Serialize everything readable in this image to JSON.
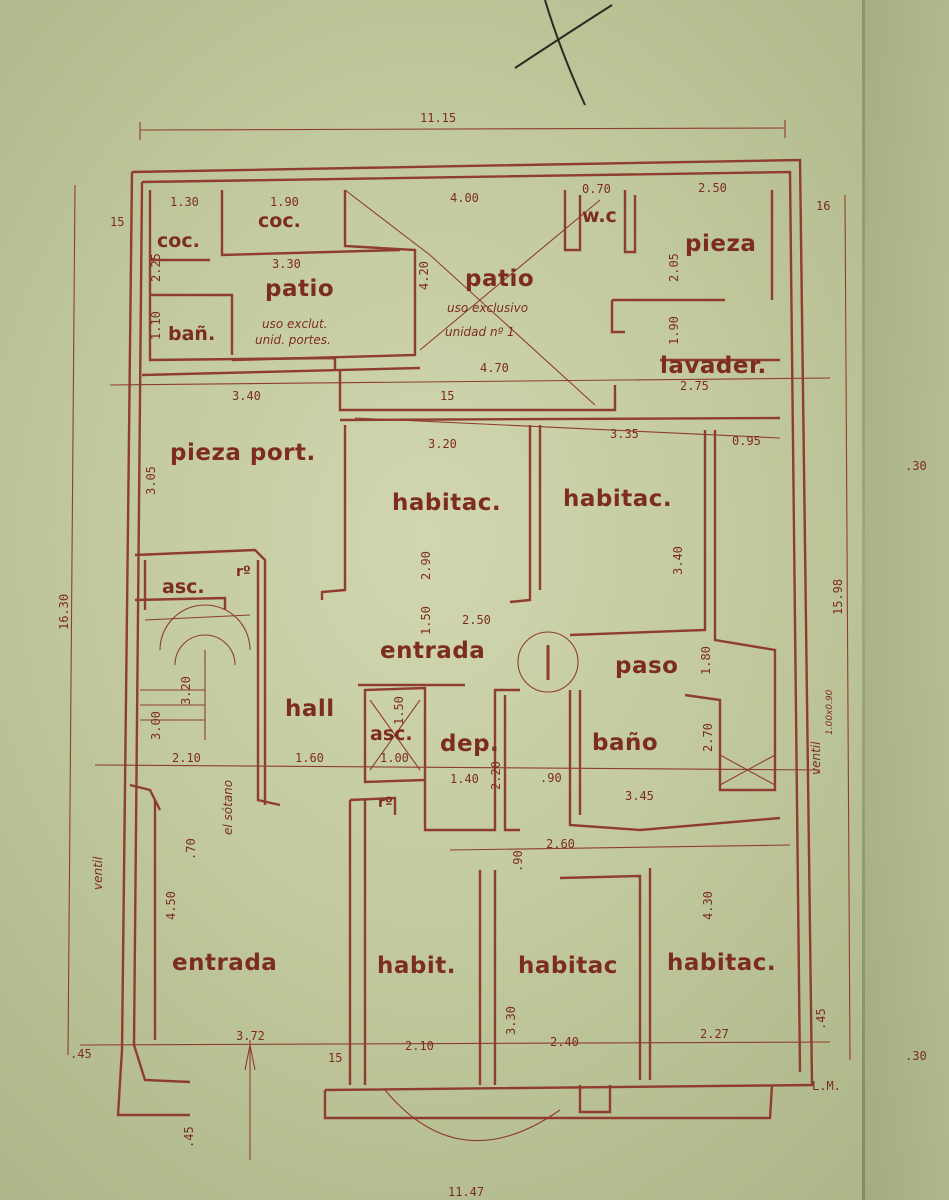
{
  "rooms": {
    "coc_left": "coc.",
    "coc_mid": "coc.",
    "ban_small": "bañ.",
    "patio_left": "patio",
    "patio_left_note": "uso exclut.",
    "patio_left_note2": "unid. portes.",
    "patio_center": "patio",
    "patio_center_note": "uso exclusivo",
    "patio_center_note2": "unidad nº 1",
    "wc": "w.c",
    "pieza": "pieza",
    "lavader": "lavader.",
    "pieza_port": "pieza port.",
    "habitac_1": "habitac.",
    "habitac_2": "habitac.",
    "asc_top": "asc.",
    "re_top": "rº",
    "entrada_center": "entrada",
    "paso": "paso",
    "hall": "hall",
    "asc_mid": "asc.",
    "dep": "dep.",
    "bano": "baño",
    "re_mid": "rº",
    "entrada_bottom": "entrada",
    "habit": "habit.",
    "habitac_3": "habitac",
    "habitac_4": "habitac.",
    "ventil_right": "ventil",
    "ventil_right_size": "1.00x0.90",
    "ventil_left": "ventil",
    "el_sotano": "el sótano",
    "lm": "L.M."
  },
  "dimensions": {
    "top_total": "11.15",
    "bottom_total": "11.47",
    "left_total": "16.30",
    "right_total": "15.98",
    "d_130": "1.30",
    "d_190": "1.90",
    "d_400": "4.00",
    "d_070": "0.70",
    "d_250": "2.50",
    "d_015_tl": "15",
    "d_016": "16",
    "d_225": "2.25",
    "d_330": "3.30",
    "d_420": "4.20",
    "d_205": "2.05",
    "d_110": "1.10",
    "d_190b": "1.90",
    "d_470": "4.70",
    "d_275": "2.75",
    "d_340": "3.40",
    "d_15": "15",
    "d_305": "3.05",
    "d_320": "3.20",
    "d_335": "3.35",
    "d_095": "0.95",
    "d_290": "2.90",
    "d_340b": "3.40",
    "d_150": "1.50",
    "d_250b": "2.50",
    "d_080": "1.80",
    "d_150b": "1.50",
    "d_100": "1.00",
    "d_210": "2.10",
    "d_160": "1.60",
    "d_140": "1.40",
    "d_090": ".90",
    "d_220": "2.20",
    "d_270": "2.70",
    "d_345": "3.45",
    "d_320b": "3.20",
    "d_300": "3.00",
    "d_070b": ".70",
    "d_260": "2.60",
    "d_090b": ".90",
    "d_430": "4.30",
    "d_450": "4.50",
    "d_330b": "3.30",
    "d_372": "3.72",
    "d_015": "15",
    "d_210b": "2.10",
    "d_240": "2.40",
    "d_227": "2.27",
    "d_045a": ".45",
    "d_045b": ".45",
    "d_045c": ".45",
    "d_030a": ".30",
    "d_030b": ".30"
  },
  "ink_color": "#8f3d2e",
  "paper_color": "#c1c99c"
}
